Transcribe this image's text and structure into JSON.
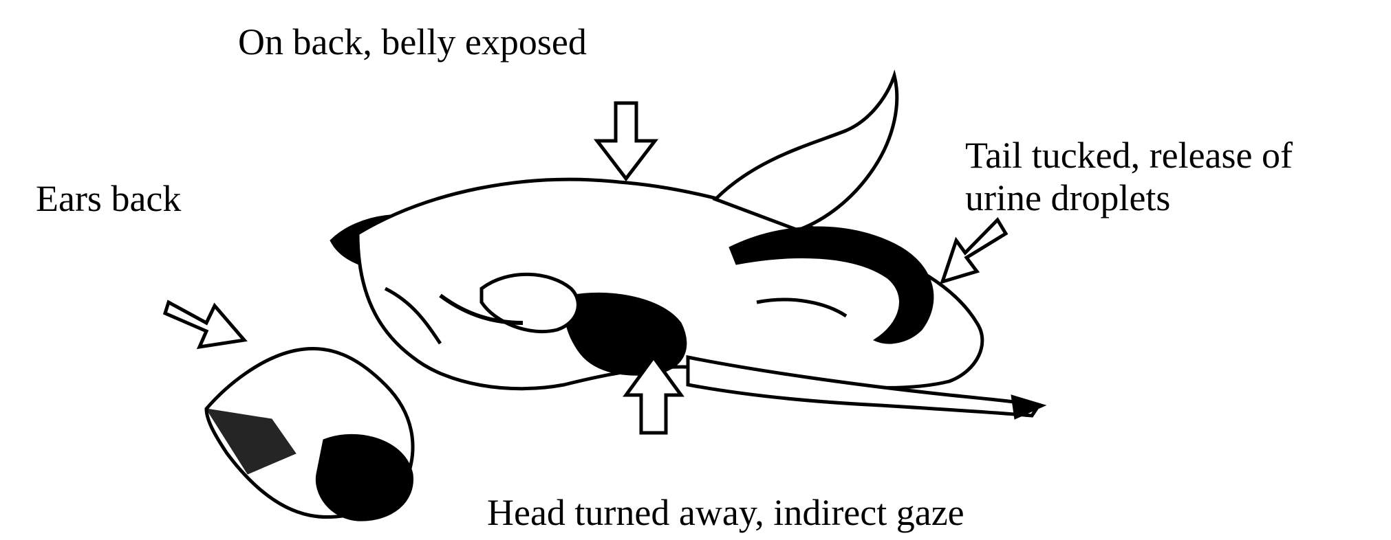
{
  "figure": {
    "labels": {
      "belly": "On back, belly exposed",
      "ears": "Ears back",
      "tail_line1": "Tail tucked, release of",
      "tail_line2": "urine droplets",
      "head": "Head turned away, indirect gaze"
    },
    "colors": {
      "ink": "#000000",
      "paper": "#ffffff"
    },
    "icons": [
      "down-arrow-icon",
      "right-arrow-icon",
      "left-arrow-icon",
      "up-arrow-icon"
    ]
  }
}
